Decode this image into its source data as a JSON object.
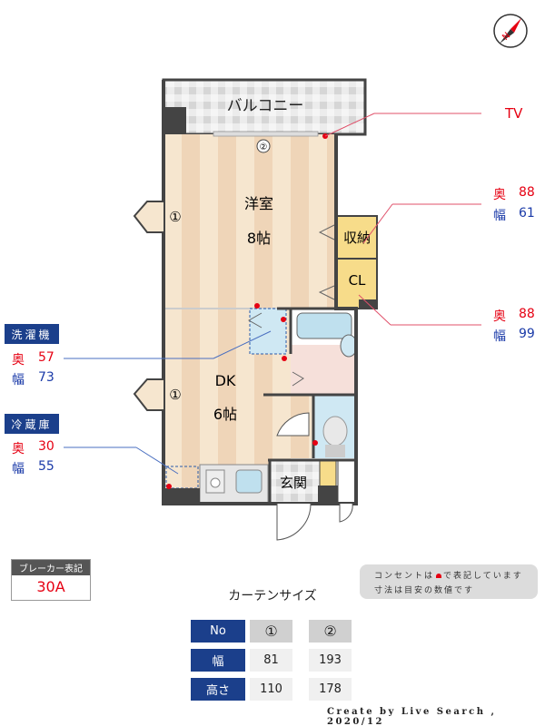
{
  "rooms": {
    "balcony": "バルコニー",
    "western": "洋室",
    "western_size": "8帖",
    "storage": "収納",
    "closet": "CL",
    "dk": "DK",
    "dk_size": "6帖",
    "entrance": "玄関"
  },
  "window_markers": {
    "w1": "①",
    "w2": "②"
  },
  "callouts": {
    "tv": "TV",
    "storage": {
      "depth_label": "奥",
      "depth": "88",
      "width_label": "幅",
      "width": "61"
    },
    "closet": {
      "depth_label": "奥",
      "depth": "88",
      "width_label": "幅",
      "width": "99"
    },
    "washer": {
      "title": "洗濯機",
      "depth_label": "奥",
      "depth": "57",
      "width_label": "幅",
      "width": "73"
    },
    "fridge": {
      "title": "冷蔵庫",
      "depth_label": "奥",
      "depth": "30",
      "width_label": "幅",
      "width": "55"
    }
  },
  "breaker": {
    "title": "ブレーカー表記",
    "value": "30A"
  },
  "note": {
    "line1_a": "コンセントは",
    "line1_b": "で表記しています",
    "line2": "寸法は目安の数値です"
  },
  "curtain": {
    "title": "カーテンサイズ",
    "headers": [
      "No",
      "①",
      "②"
    ],
    "rows": [
      {
        "label": "幅",
        "values": [
          "81",
          "193"
        ]
      },
      {
        "label": "高さ",
        "values": [
          "110",
          "178"
        ]
      }
    ]
  },
  "footer": "Create by Live Search , 2020/12",
  "colors": {
    "accent": "#1b3f8b",
    "outlet": "#e60012"
  }
}
